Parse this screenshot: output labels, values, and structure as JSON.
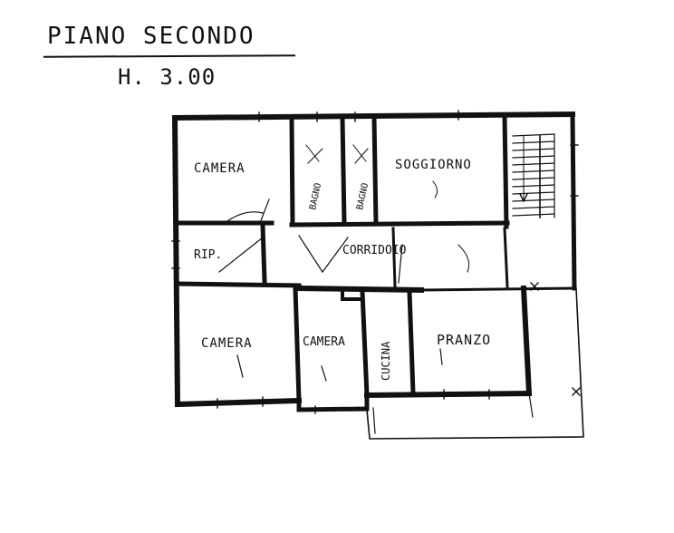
{
  "title": "PIANO SECONDO",
  "subtitle": "H. 3.00",
  "rooms": {
    "camera_top": "CAMERA",
    "bagno_1": "BAGNO",
    "bagno_2": "BAGNO",
    "soggiorno": "SOGGIORNO",
    "rip": "RIP.",
    "corridoio": "CORRIDOIO",
    "camera_bottom_left": "CAMERA",
    "camera_bottom_mid": "CAMERA",
    "cucina": "CUCINA",
    "pranzo": "PRANZO"
  },
  "colors": {
    "ink": "#111111",
    "paper": "#ffffff"
  }
}
